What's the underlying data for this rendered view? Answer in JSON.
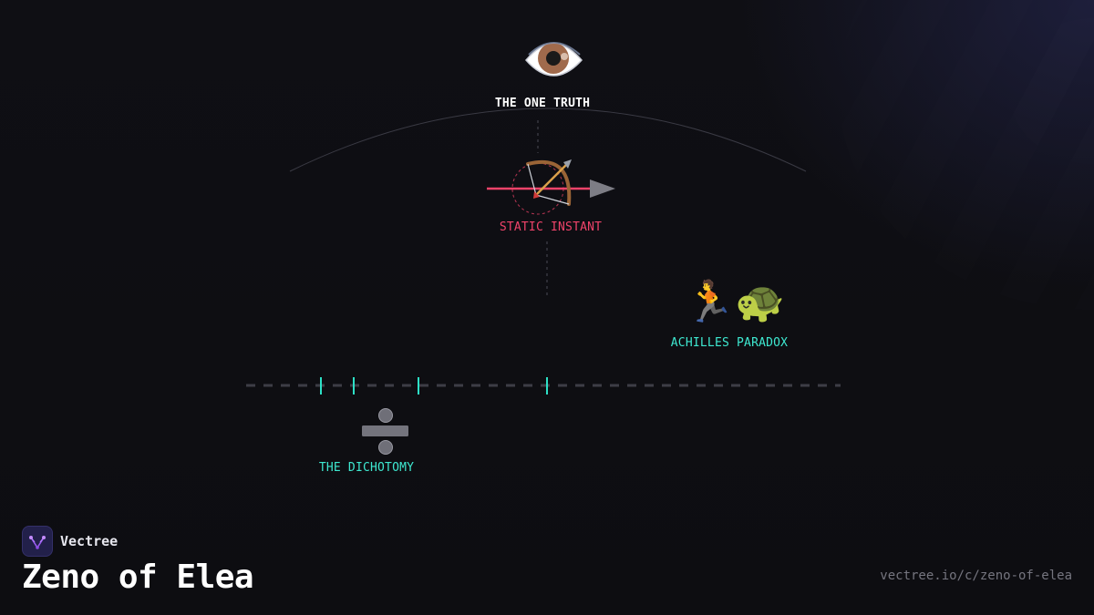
{
  "nodes": {
    "truth": {
      "label": "THE ONE TRUTH",
      "color": "#ffffff",
      "icon": "eye-icon"
    },
    "instant": {
      "label": "STATIC INSTANT",
      "color": "#f0436a",
      "icon": "bow-and-arrow-icon"
    },
    "achilles": {
      "label": "ACHILLES PARADOX",
      "color": "#3ee8d0",
      "icon": "runner-and-turtle-icon"
    },
    "dichotomy": {
      "label": "THE DICHOTOMY",
      "color": "#3ee8d0",
      "icon": "divide-icon"
    }
  },
  "colors": {
    "accent_red": "#f0436a",
    "accent_teal": "#2de0c6",
    "line_grey": "#3d3d46"
  },
  "brand": {
    "name": "Vectree",
    "icon": "vectree-logo-icon"
  },
  "footer": {
    "title": "Zeno of Elea",
    "url": "vectree.io/c/zeno-of-elea"
  }
}
